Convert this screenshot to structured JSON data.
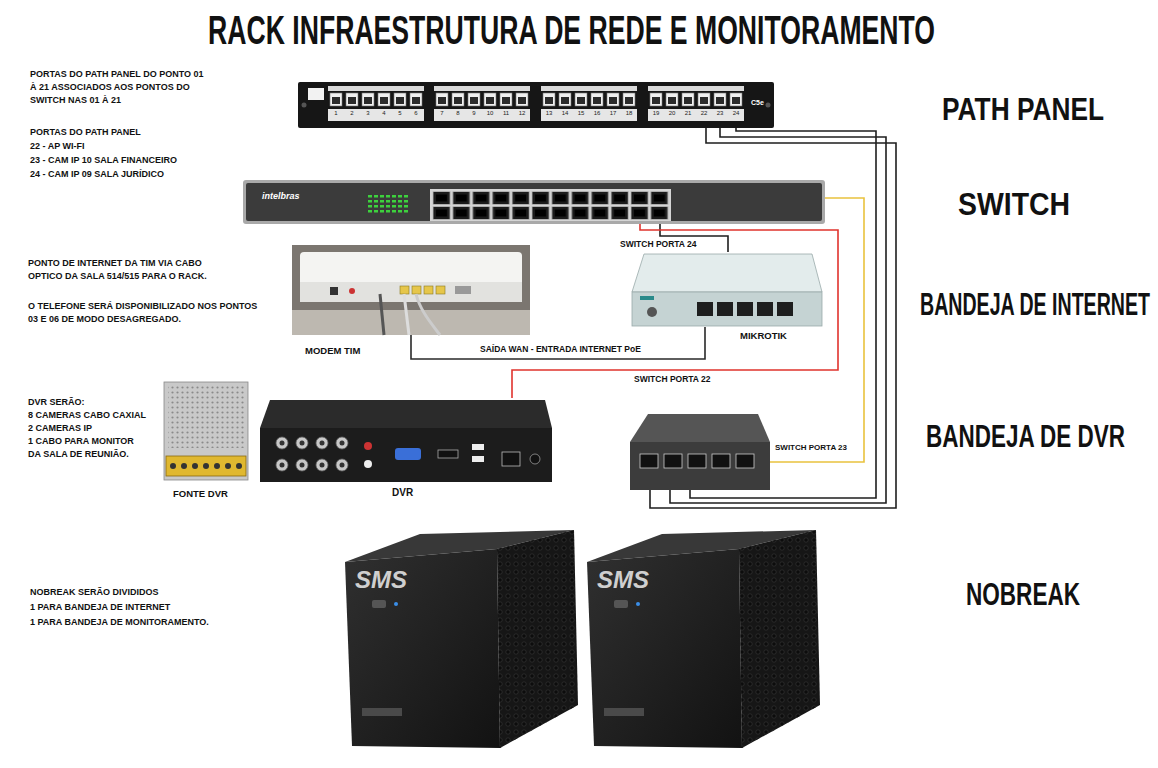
{
  "diagram": {
    "title": "RACK INFRAESTRUTURA DE REDE E MONITORAMENTO",
    "nodes": [
      {
        "text": [
          "1",
          "2",
          "3",
          "4",
          "5",
          "6",
          "7",
          "8",
          "9",
          "10",
          "11",
          "12",
          "13",
          "14",
          "15",
          "16",
          "17",
          "18",
          "19",
          "20",
          "21",
          "22",
          "23",
          "24",
          "C5e"
        ]
      },
      {
        "text": [
          "intelbras"
        ]
      },
      {
        "text": [
          "MODEM TIM"
        ]
      },
      {
        "text": [
          "MIKROTIK"
        ]
      },
      {
        "text": [
          "FONTE DVR"
        ]
      },
      {
        "text": [
          "DVR"
        ]
      },
      {
        "text": [
          "SWITCH PORTA 23"
        ]
      },
      {
        "text": [
          "SMS"
        ]
      },
      {
        "text": [
          "SMS"
        ]
      }
    ],
    "edges": [
      {
        "from": 0,
        "to": 6,
        "arrow": "none"
      },
      {
        "from": 0,
        "to": 6,
        "arrow": "none"
      },
      {
        "from": 0,
        "to": 6,
        "arrow": "none"
      },
      {
        "from": 1,
        "to": 3,
        "label": "SWITCH PORTA 24",
        "arrow": "none"
      },
      {
        "from": 1,
        "to": 5,
        "label": "SWITCH PORTA 22",
        "arrow": "none"
      },
      {
        "from": 1,
        "to": 6,
        "arrow": "none"
      },
      {
        "from": 2,
        "to": 3,
        "label": "SAÍDA WAN - ENTRADA INTERNET PoE",
        "arrow": "none"
      }
    ],
    "labels": [
      "PORTAS DO PATH PANEL DO PONTO 01 À 21 ASSOCIADOS AOS PONTOS DO SWITCH NAS 01 À 21",
      "PORTAS DO PATH PANEL",
      "22 - AP WI-FI",
      "23 - CAM IP 10 SALA FINANCEIRO",
      "24 - CAM IP 09 SALA JURÍDICO",
      "PONTO DE INTERNET DA TIM VIA CABO OPTICO DA SALA 514/515 PARA O RACK.",
      "O TELEFONE SERÁ DISPONIBILIZADO NOS PONTOS 03 E 06 DE MODO DESAGREGADO.",
      "DVR SERÃO:",
      "8 CAMERAS CABO CAXIAL",
      "2 CAMERAS IP",
      "1 CABO PARA MONITOR DA SALA DE REUNIÃO.",
      "NOBREAK SERÃO DIVIDIDOS",
      "1 PARA BANDEJA DE INTERNET",
      "1 PARA BANDEJA DE MONITORAMENTO.",
      "PATH PANEL",
      "SWITCH",
      "BANDEJA DE INTERNET",
      "BANDEJA DE DVR",
      "NOBREAK"
    ]
  }
}
